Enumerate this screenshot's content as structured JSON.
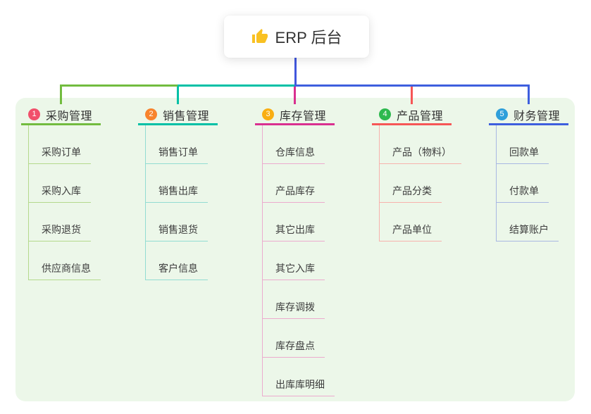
{
  "app": {
    "background": "#ffffff",
    "panel_bg": "#ecf7e9"
  },
  "root": {
    "label": "ERP 后台",
    "icon": "thumbs-up-icon",
    "icon_color": "#f9c122"
  },
  "connector": {
    "root_color": "#4157dd"
  },
  "branches": [
    {
      "index": "1",
      "title": "采购管理",
      "badge_color": "#f1506b",
      "line_color": "#72bc3f",
      "light_color": "#b4d98c",
      "items": [
        "采购订单",
        "采购入库",
        "采购退货",
        "供应商信息"
      ]
    },
    {
      "index": "2",
      "title": "销售管理",
      "badge_color": "#f8832d",
      "line_color": "#00c0a6",
      "light_color": "#92dcd2",
      "items": [
        "销售订单",
        "销售出库",
        "销售退货",
        "客户信息"
      ]
    },
    {
      "index": "3",
      "title": "库存管理",
      "badge_color": "#f9ae13",
      "line_color": "#d93090",
      "light_color": "#ecabce",
      "items": [
        "仓库信息",
        "产品库存",
        "其它出库",
        "其它入库",
        "库存调拨",
        "库存盘点",
        "出库库明细"
      ]
    },
    {
      "index": "4",
      "title": "产品管理",
      "badge_color": "#2db94e",
      "line_color": "#f65656",
      "light_color": "#f7b2ad",
      "items": [
        "产品（物料）",
        "产品分类",
        "产品单位"
      ]
    },
    {
      "index": "5",
      "title": "财务管理",
      "badge_color": "#2f9fda",
      "line_color": "#3e5fde",
      "light_color": "#a8b7e2",
      "items": [
        "回款单",
        "付款单",
        "结算账户"
      ]
    }
  ]
}
